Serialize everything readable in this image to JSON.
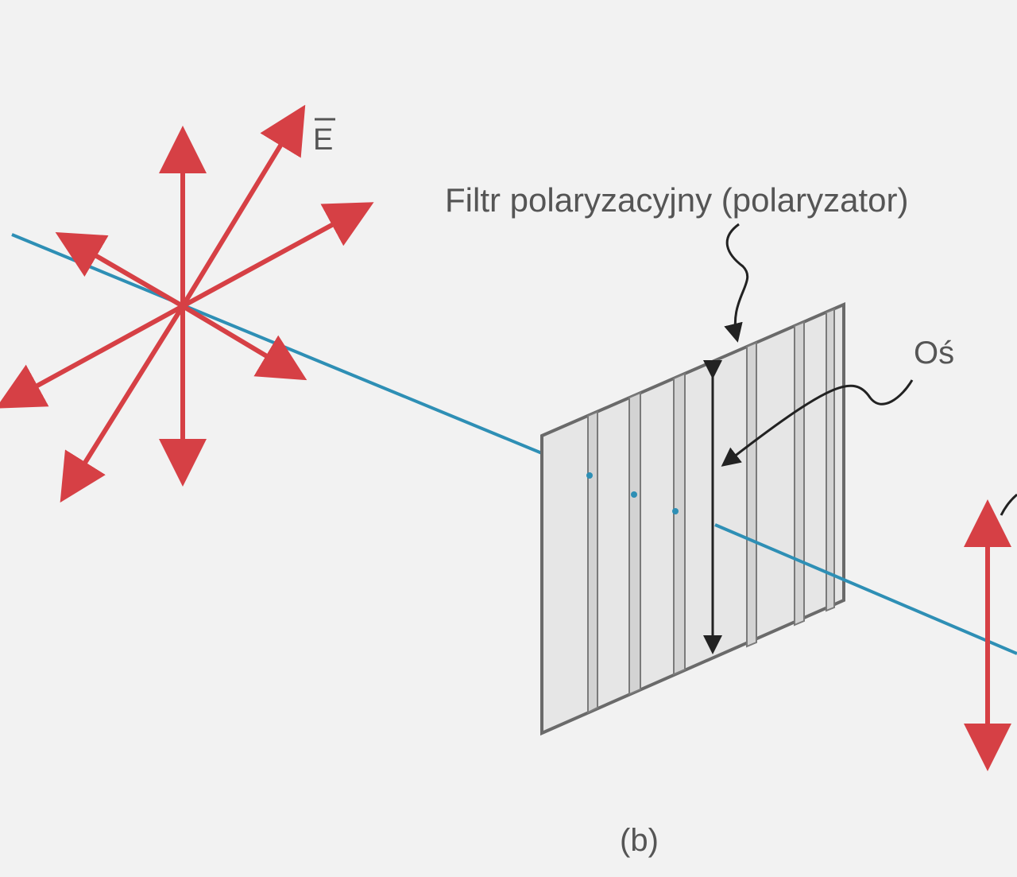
{
  "labels": {
    "field_vector": "E",
    "filter": "Filtr polaryzacyjny (polaryzator)",
    "axis": "Oś",
    "panel": "(b)"
  },
  "colors": {
    "background": "#f2f2f2",
    "field_arrow": "#d64045",
    "beam": "#2e8fb5",
    "filter_fill": "#e6e6e6",
    "filter_stripe": "#d3d3d3",
    "outline": "#6a6a6a",
    "pointer": "#222222",
    "text": "#555555"
  }
}
